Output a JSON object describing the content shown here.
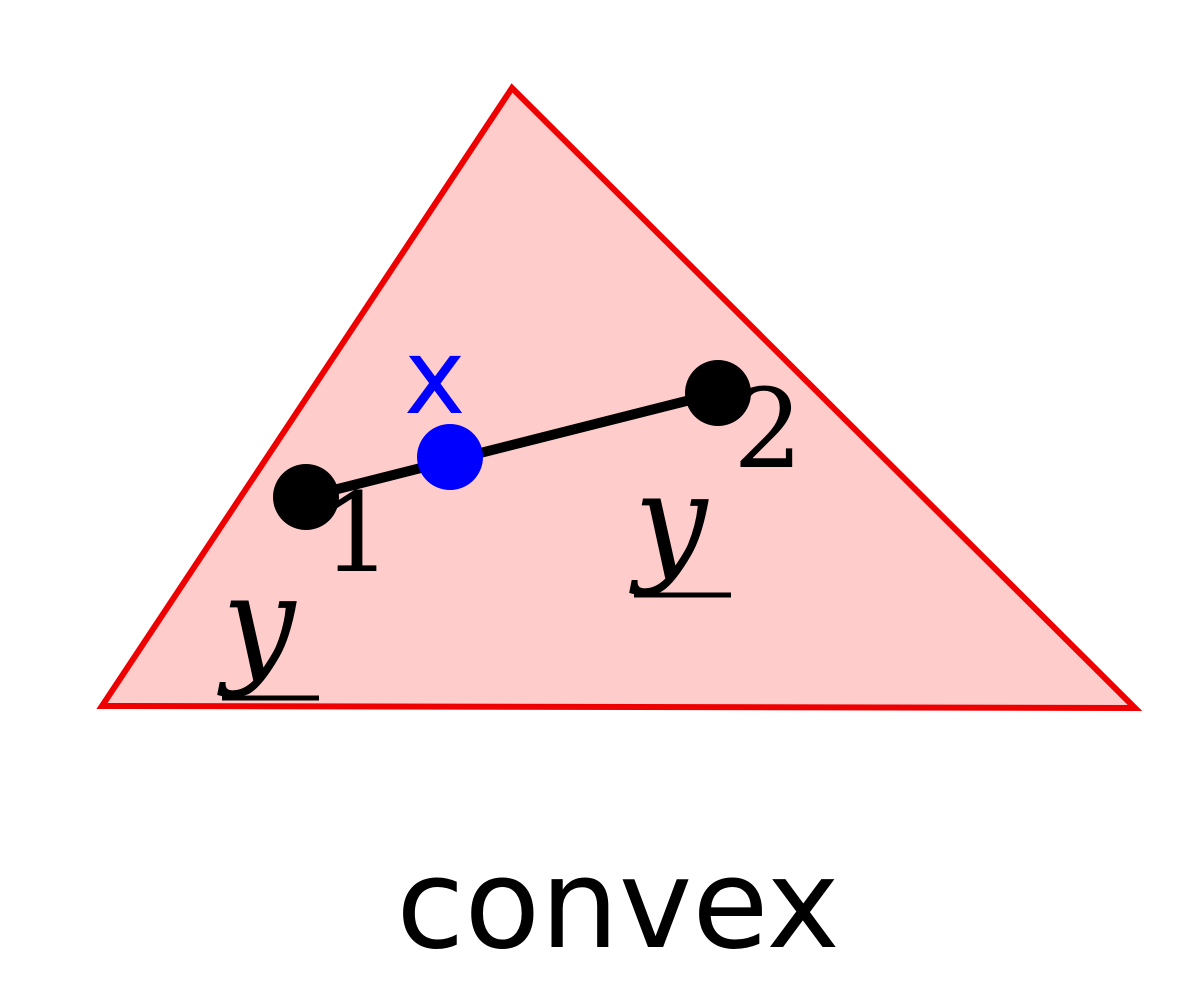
{
  "figure": {
    "caption": "convex",
    "point_x_label": "x",
    "point_y1_base": "y",
    "point_y1_sup": "1",
    "point_y2_base": "y",
    "point_y2_sup": "2"
  },
  "colors": {
    "region_fill": "#ffcccc",
    "region_stroke": "#ee0000",
    "segment": "#000000",
    "point_y": "#000000",
    "point_x": "#0000ff",
    "text": "#000000",
    "x_label": "#0000ff"
  }
}
